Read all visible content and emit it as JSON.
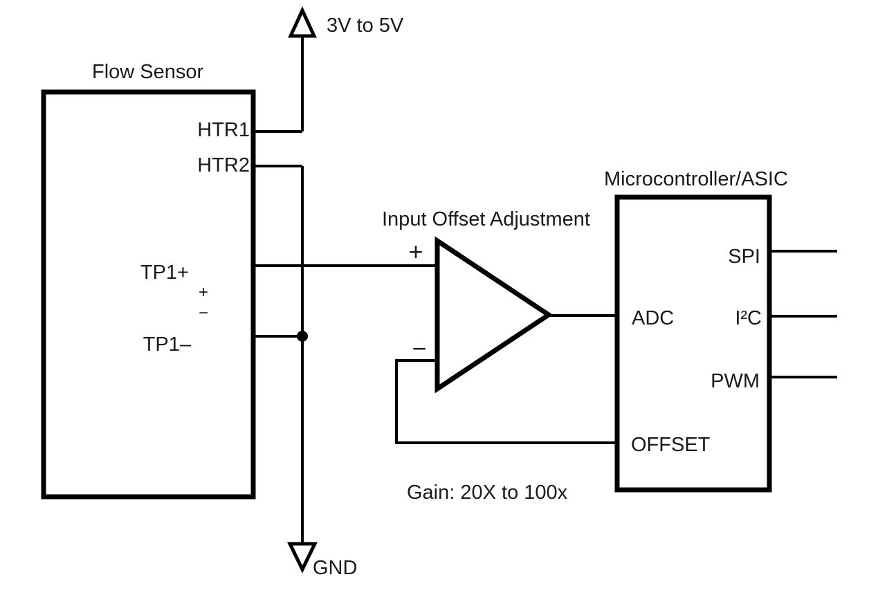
{
  "colors": {
    "line": "#000000",
    "text": "#1a1a1a",
    "background": "#ffffff"
  },
  "power": {
    "label": "3V to 5V"
  },
  "ground": {
    "label": "GND"
  },
  "flow_sensor": {
    "title": "Flow Sensor",
    "pin_htr1": "HTR1",
    "pin_htr2": "HTR2",
    "pin_tp1_plus": "TP1+",
    "pin_tp1_minus": "TP1–"
  },
  "source": {
    "plus": "+",
    "minus": "−"
  },
  "opamp": {
    "title": "Input Offset Adjustment",
    "noninverting_sign": "+",
    "inverting_sign": "−",
    "gain_note": "Gain: 20X to 100x"
  },
  "micro": {
    "title": "Microcontroller/ASIC",
    "pin_adc": "ADC",
    "pin_offset": "OFFSET",
    "pin_spi": "SPI",
    "pin_i2c": "I²C",
    "pin_pwm": "PWM"
  }
}
